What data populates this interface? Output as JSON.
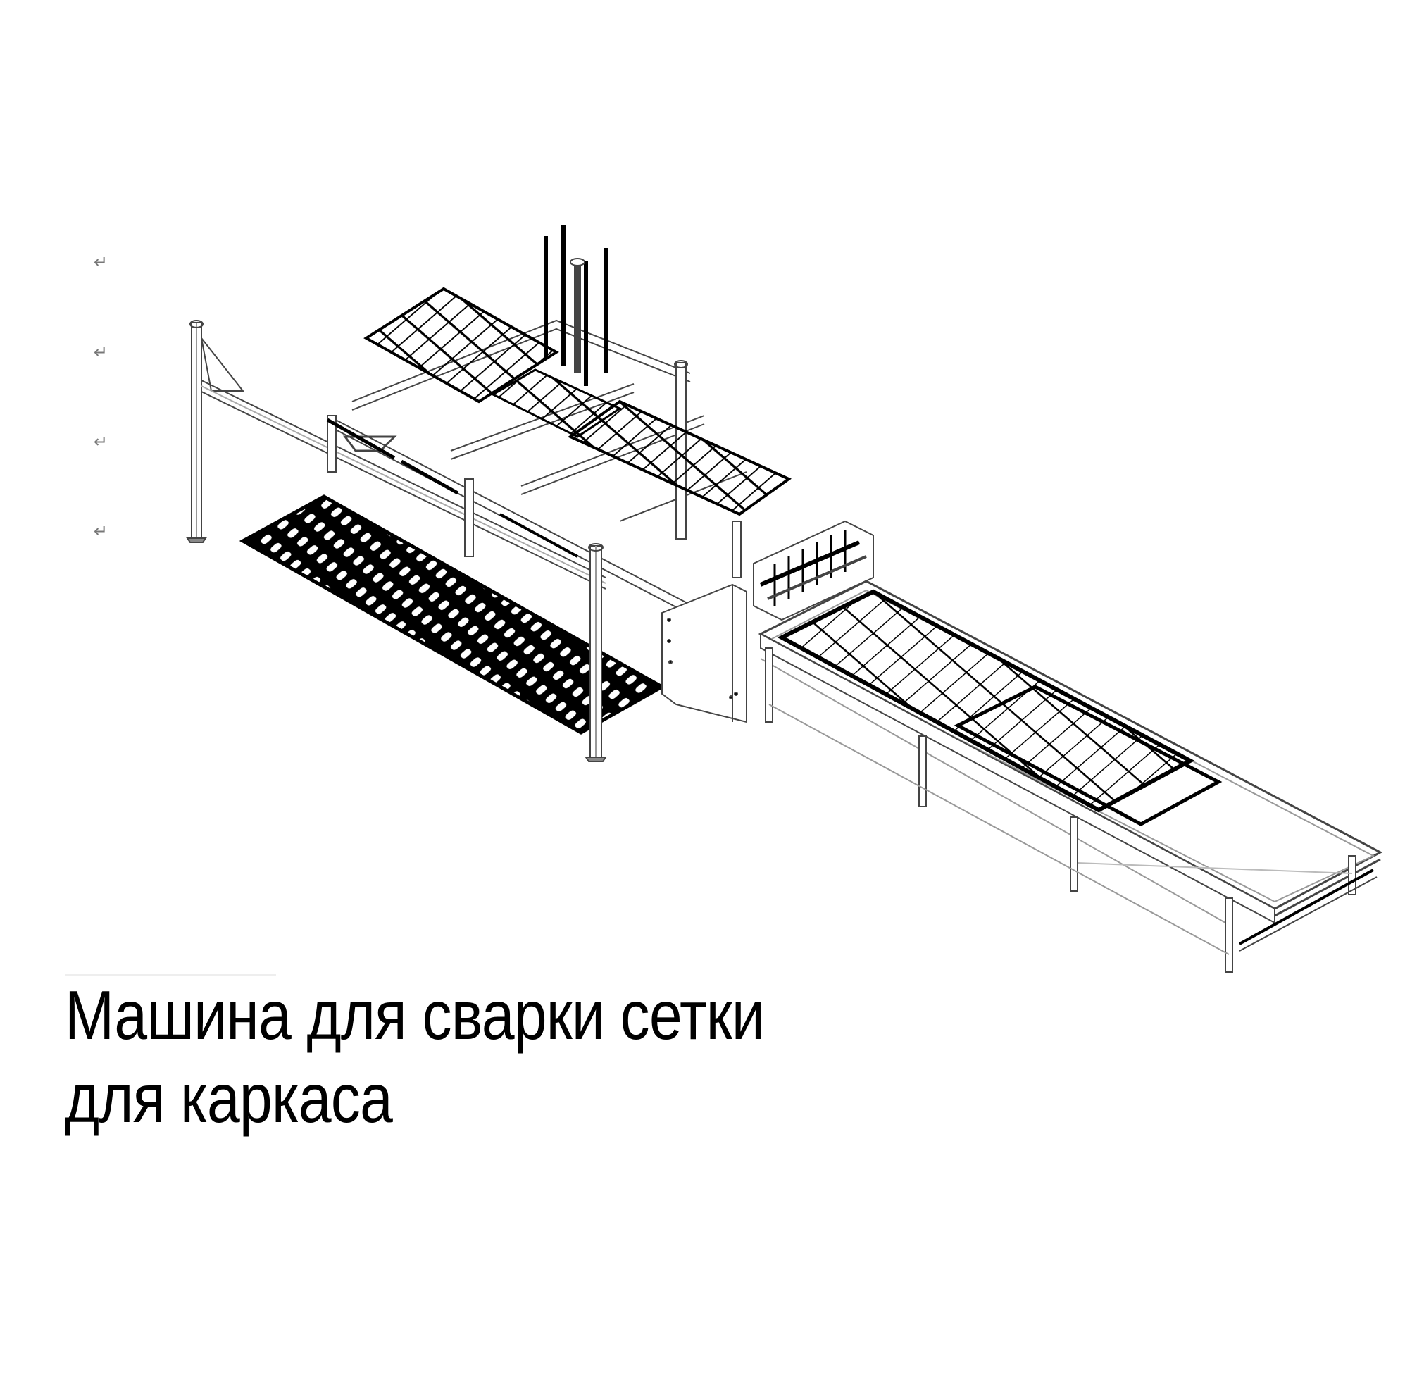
{
  "document": {
    "return_marks": [
      "↵",
      "↵",
      "↵",
      "↵"
    ],
    "figure": {
      "subject": "Isometric technical drawing of mesh welding machine line",
      "icon": "machine-drawing"
    },
    "caption": {
      "line1": "Машина для сварки сетки",
      "line2": "для каркаса"
    },
    "colors": {
      "ink": "#000000",
      "frame": "#555555",
      "background": "#ffffff",
      "mark": "#777777"
    }
  }
}
